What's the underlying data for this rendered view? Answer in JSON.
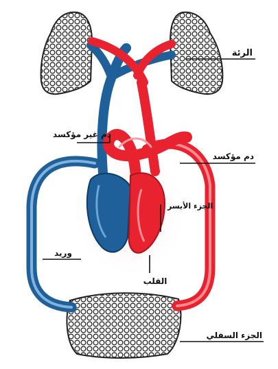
{
  "labels": {
    "lung": "الرئة",
    "deoxygenated_blood": "دم غير مؤكسد",
    "oxygenated_blood": "دم مؤكسد",
    "left_side": "الجزء الأيسر",
    "vein": "وريد",
    "heart": "القلب",
    "lower_part": "الجزء السفلي"
  },
  "colors": {
    "oxygenated": "#e8232f",
    "deoxygenated": "#1f5f9a",
    "capillary_lines": "#222222",
    "pointer_lines": "#111111"
  }
}
